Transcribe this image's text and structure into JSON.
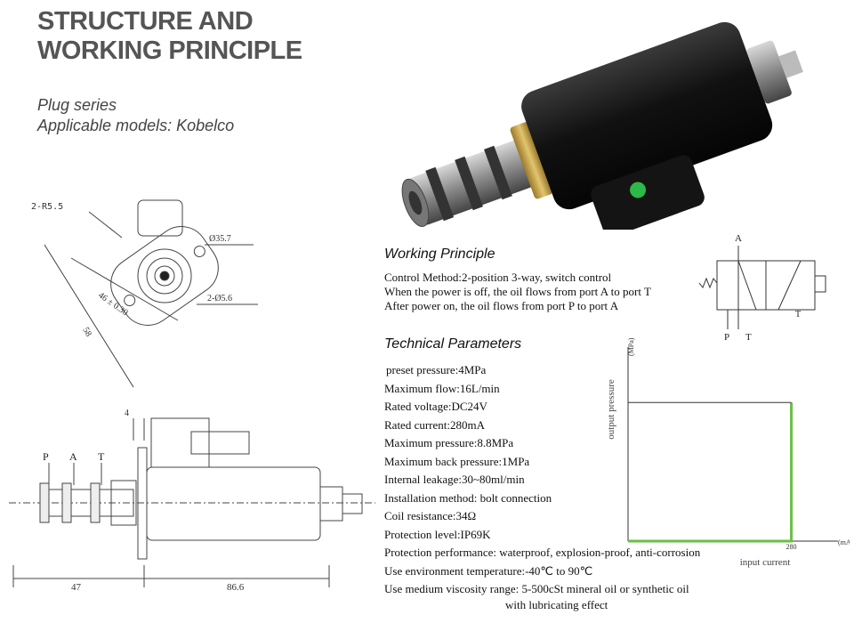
{
  "title": {
    "line1": "STRUCTURE AND",
    "line2": "WORKING PRINCIPLE"
  },
  "subtitle": {
    "series": "Plug series",
    "models": "Applicable models: Kobelco"
  },
  "drawing_top": {
    "radius": "2-R5.5",
    "dia_center": "Ø35.7",
    "dia_hole": "2-Ø5.6",
    "d46": "46 ± 0.30",
    "d58": "58"
  },
  "drawing_side": {
    "dim4": "4",
    "port_p": "P",
    "port_a": "A",
    "port_t": "T",
    "dim47": "47",
    "dim866": "86.6"
  },
  "working_principle": {
    "heading": "Working Principle",
    "lines": [
      "Control Method:2-position 3-way, switch control",
      "When the power is off, the oil flows from port A to port T",
      "After power on, the oil flows from port P to port A"
    ]
  },
  "valve_symbol": {
    "a": "A",
    "p": "P",
    "t1": "T",
    "t2": "T"
  },
  "technical": {
    "heading": "Technical Parameters",
    "lines": [
      "preset pressure:4MPa",
      "Maximum flow:16L/min",
      "Rated voltage:DC24V",
      "Rated current:280mA",
      "Maximum pressure:8.8MPa",
      "Maximum back pressure:1MPa",
      "Internal leakage:30~80ml/min",
      "Installation method: bolt connection",
      "Coil resistance:34Ω",
      "Protection level:IP69K",
      "Protection performance: waterproof, explosion-proof, anti-corrosion",
      "Use environment temperature:-40℃ to 90℃",
      "Use medium viscosity range: 5-500cSt mineral oil or synthetic oil",
      "with lubricating effect"
    ]
  },
  "chart_data": {
    "type": "line",
    "xlabel": "input current",
    "ylabel": "output pressure",
    "x_unit": "(mA)",
    "y_unit": "(MPa)",
    "x_ticks": [
      "280"
    ],
    "series": [
      {
        "x": [
          0,
          280,
          280
        ],
        "y": [
          0,
          0,
          4
        ]
      }
    ],
    "step_color": "#6abf45"
  }
}
